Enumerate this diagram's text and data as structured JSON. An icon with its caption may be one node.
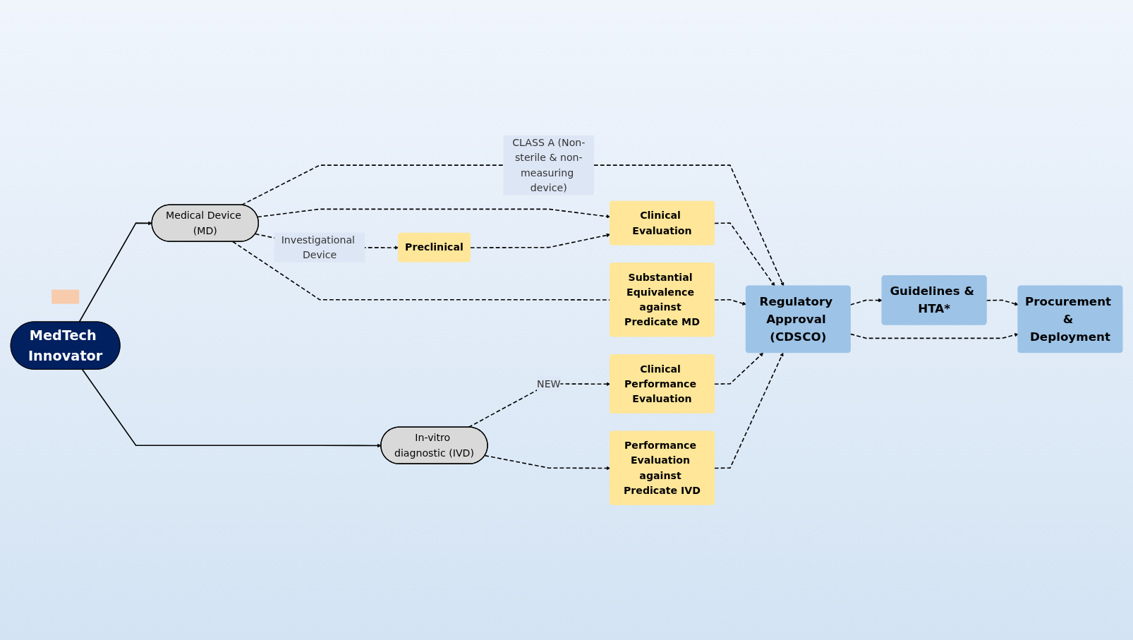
{
  "diagram": {
    "nodes": [
      {
        "text": [],
        "shape": "box"
      },
      {
        "text": [
          "Medical Device (MD)"
        ]
      },
      {
        "text": [
          "Substantial Equivalence against Predicate MD"
        ]
      },
      {
        "text": [
          "Preclinical"
        ]
      },
      {
        "text": [
          "Clinical Evaluation"
        ]
      },
      {
        "text": [
          "MedTech Innovator"
        ]
      },
      {
        "text": [
          "Regulatory Approval (CDSCO)"
        ]
      },
      {
        "text": [
          "Guidelines & HTA*"
        ]
      },
      {
        "text": [
          "Procurement & Deployment"
        ]
      },
      {
        "text": [
          "In-vitro diagnostic (IVD)"
        ]
      },
      {
        "text": [
          "Clinical Performance Evaluation"
        ]
      },
      {
        "text": [
          "Performance Evaluation against Predicate IVD"
        ]
      }
    ],
    "edges": [
      {
        "from": 5,
        "to": 1,
        "arrow": "to"
      },
      {
        "from": 5,
        "to": 9,
        "arrow": "to"
      },
      {
        "from": 1,
        "to": 2,
        "arrow": "none",
        "style": "dashed"
      },
      {
        "from": 1,
        "to": 4,
        "arrow": "to",
        "style": "dashed"
      },
      {
        "from": 1,
        "to": 3,
        "arrow": "to",
        "style": "dashed",
        "label": "Investigational Device"
      },
      {
        "from": 3,
        "to": 4,
        "arrow": "to",
        "style": "dashed"
      },
      {
        "from": 1,
        "to": 6,
        "arrow": "to",
        "style": "dashed",
        "label": "CLASS A (Non-sterile & non-measuring device)"
      },
      {
        "from": 4,
        "to": 6,
        "arrow": "to",
        "style": "dashed"
      },
      {
        "from": 2,
        "to": 6,
        "arrow": "to",
        "style": "dashed"
      },
      {
        "from": 6,
        "to": 7,
        "arrow": "to",
        "style": "dashed"
      },
      {
        "from": 7,
        "to": 8,
        "arrow": "to",
        "style": "dashed"
      },
      {
        "from": 6,
        "to": 8,
        "arrow": "to",
        "style": "dashed"
      },
      {
        "from": 9,
        "to": 10,
        "arrow": "to",
        "style": "dashed",
        "label": "NEW"
      },
      {
        "from": 10,
        "to": 6,
        "arrow": "to",
        "style": "dashed"
      },
      {
        "from": 9,
        "to": 11,
        "arrow": "to",
        "style": "dashed"
      },
      {
        "from": 11,
        "to": 6,
        "arrow": "to",
        "style": "dashed"
      }
    ]
  }
}
